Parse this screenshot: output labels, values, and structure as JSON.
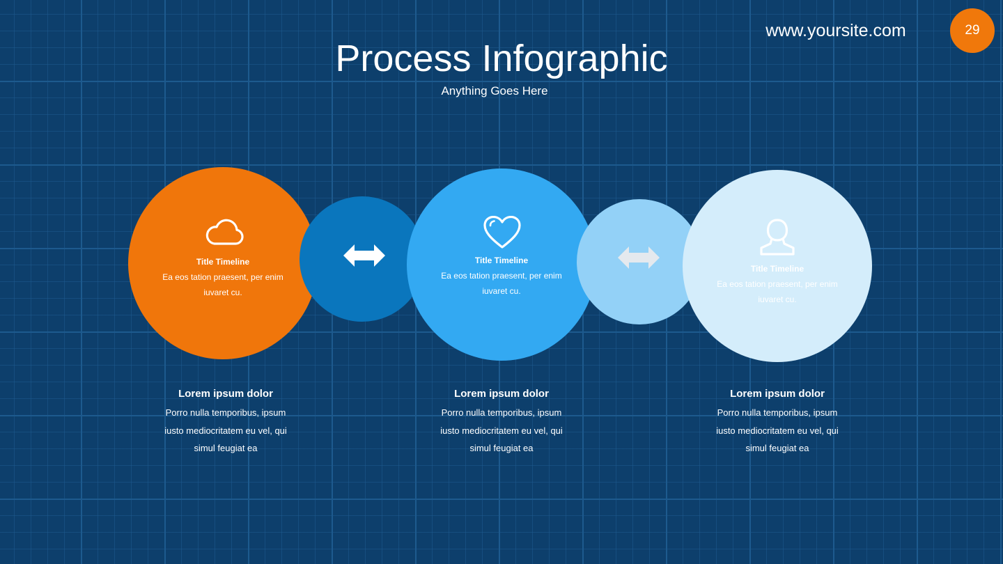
{
  "header": {
    "title": "Process Infographic",
    "subtitle": "Anything Goes Here",
    "website": "www.yoursite.com",
    "page_number": "29"
  },
  "steps": [
    {
      "icon": "cloud-icon",
      "color": "#f0760b",
      "circle_title": "Title Timeline",
      "circle_text_line1": "Ea eos tation praesent, per enim",
      "circle_text_line2": "iuvaret cu.",
      "heading": "Lorem ipsum dolor",
      "body_line1": "Porro nulla temporibus, ipsum",
      "body_line2": "iusto mediocritatem eu vel, qui",
      "body_line3": "simul feugiat ea"
    },
    {
      "icon": "heart-icon",
      "color": "#33a9f2",
      "circle_title": "Title Timeline",
      "circle_text_line1": "Ea eos tation praesent, per enim",
      "circle_text_line2": "iuvaret cu.",
      "heading": "Lorem ipsum dolor",
      "body_line1": "Porro nulla temporibus, ipsum",
      "body_line2": "iusto mediocritatem eu vel, qui",
      "body_line3": "simul feugiat ea"
    },
    {
      "icon": "user-icon",
      "color": "#d4edfb",
      "circle_title": "Title Timeline",
      "circle_text_line1": "Ea eos tation praesent, per enim",
      "circle_text_line2": "iuvaret cu.",
      "heading": "Lorem ipsum dolor",
      "body_line1": "Porro nulla temporibus, ipsum",
      "body_line2": "iusto mediocritatem eu vel, qui",
      "body_line3": "simul feugiat ea"
    }
  ],
  "connectors": [
    {
      "icon": "double-arrow-icon",
      "color": "#0a76bd"
    },
    {
      "icon": "double-arrow-icon",
      "color": "#93d1f7"
    }
  ],
  "colors": {
    "background": "#0d3f6c",
    "grid": "#1d5a8e",
    "accent": "#f0780b"
  }
}
